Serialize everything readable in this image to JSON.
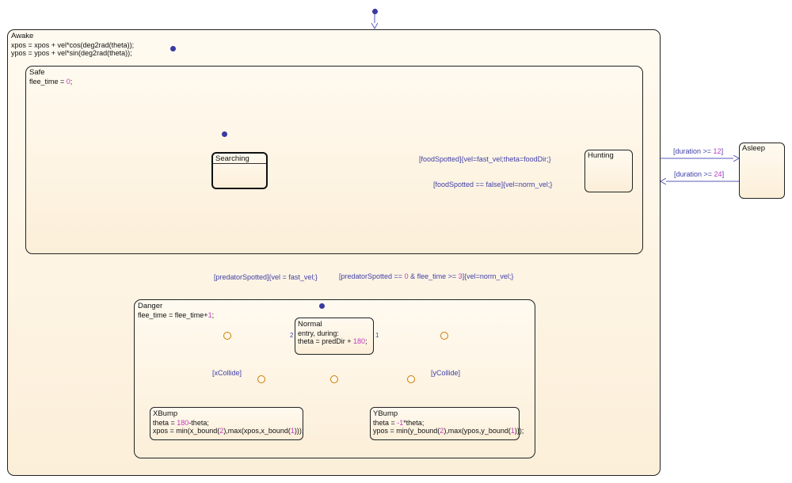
{
  "states": {
    "awake": {
      "name": "Awake",
      "line1": "xpos = xpos + vel*cos(deg2rad(theta));",
      "line2": "ypos = ypos + vel*sin(deg2rad(theta));"
    },
    "safe": {
      "name": "Safe",
      "action_prefix": "flee_time = ",
      "action_num": "0",
      "action_suffix": ";"
    },
    "searching": {
      "name": "Searching"
    },
    "hunting": {
      "name": "Hunting"
    },
    "asleep": {
      "name": "Asleep"
    },
    "danger": {
      "name": "Danger",
      "action_prefix": "flee_time = flee_time+",
      "action_num": "1",
      "action_suffix": ";"
    },
    "normal": {
      "name": "Normal",
      "line1": "entry, during:",
      "action_prefix": "theta = predDir + ",
      "action_num": "180",
      "action_suffix": ";"
    },
    "xbump": {
      "name": "XBump",
      "l1_num": "180",
      "l1_suffix": "-theta;",
      "l2_a": "xpos = min(x_bound(",
      "l2_n1": "2",
      "l2_b": "),max(xpos,x_bound(",
      "l2_n2": "1",
      "l2_c": ")));"
    },
    "ybump": {
      "name": "YBump",
      "l1_prefix": "theta = ",
      "l1_num": "-1",
      "l1_suffix": "*theta;",
      "l2_a": "ypos = min(y_bound(",
      "l2_n1": "2",
      "l2_b": "),max(ypos,y_bound(",
      "l2_n2": "1",
      "l2_c": ")));"
    }
  },
  "xbump_l1_prefix": "theta = ",
  "transitions": {
    "search_to_hunt": "[foodSpotted]{vel=fast_vel;theta=foodDir;}",
    "hunt_to_search": "[foodSpotted == false]{vel=norm_vel;}",
    "to_asleep_pre": "[duration >= ",
    "to_asleep_num": "12",
    "to_asleep_post": "]",
    "to_awake_pre": "[duration >= ",
    "to_awake_num": "24",
    "to_awake_post": "]",
    "safe_to_danger": "[predatorSpotted]{vel = fast_vel;}",
    "danger_to_safe_a": "[predatorSpotted == ",
    "danger_to_safe_n1": "0",
    "danger_to_safe_b": " & flee_time >= ",
    "danger_to_safe_n2": "3",
    "danger_to_safe_c": "]{vel=norm_vel;}",
    "xcollide": "[xCollide]",
    "ycollide": "[yCollide]",
    "priority_left": "2",
    "priority_right": "1"
  },
  "colors": {
    "wire": "#5a5ab8",
    "junction": "#cc7a00",
    "number": "#c13ac1",
    "label": "#4040a8"
  }
}
